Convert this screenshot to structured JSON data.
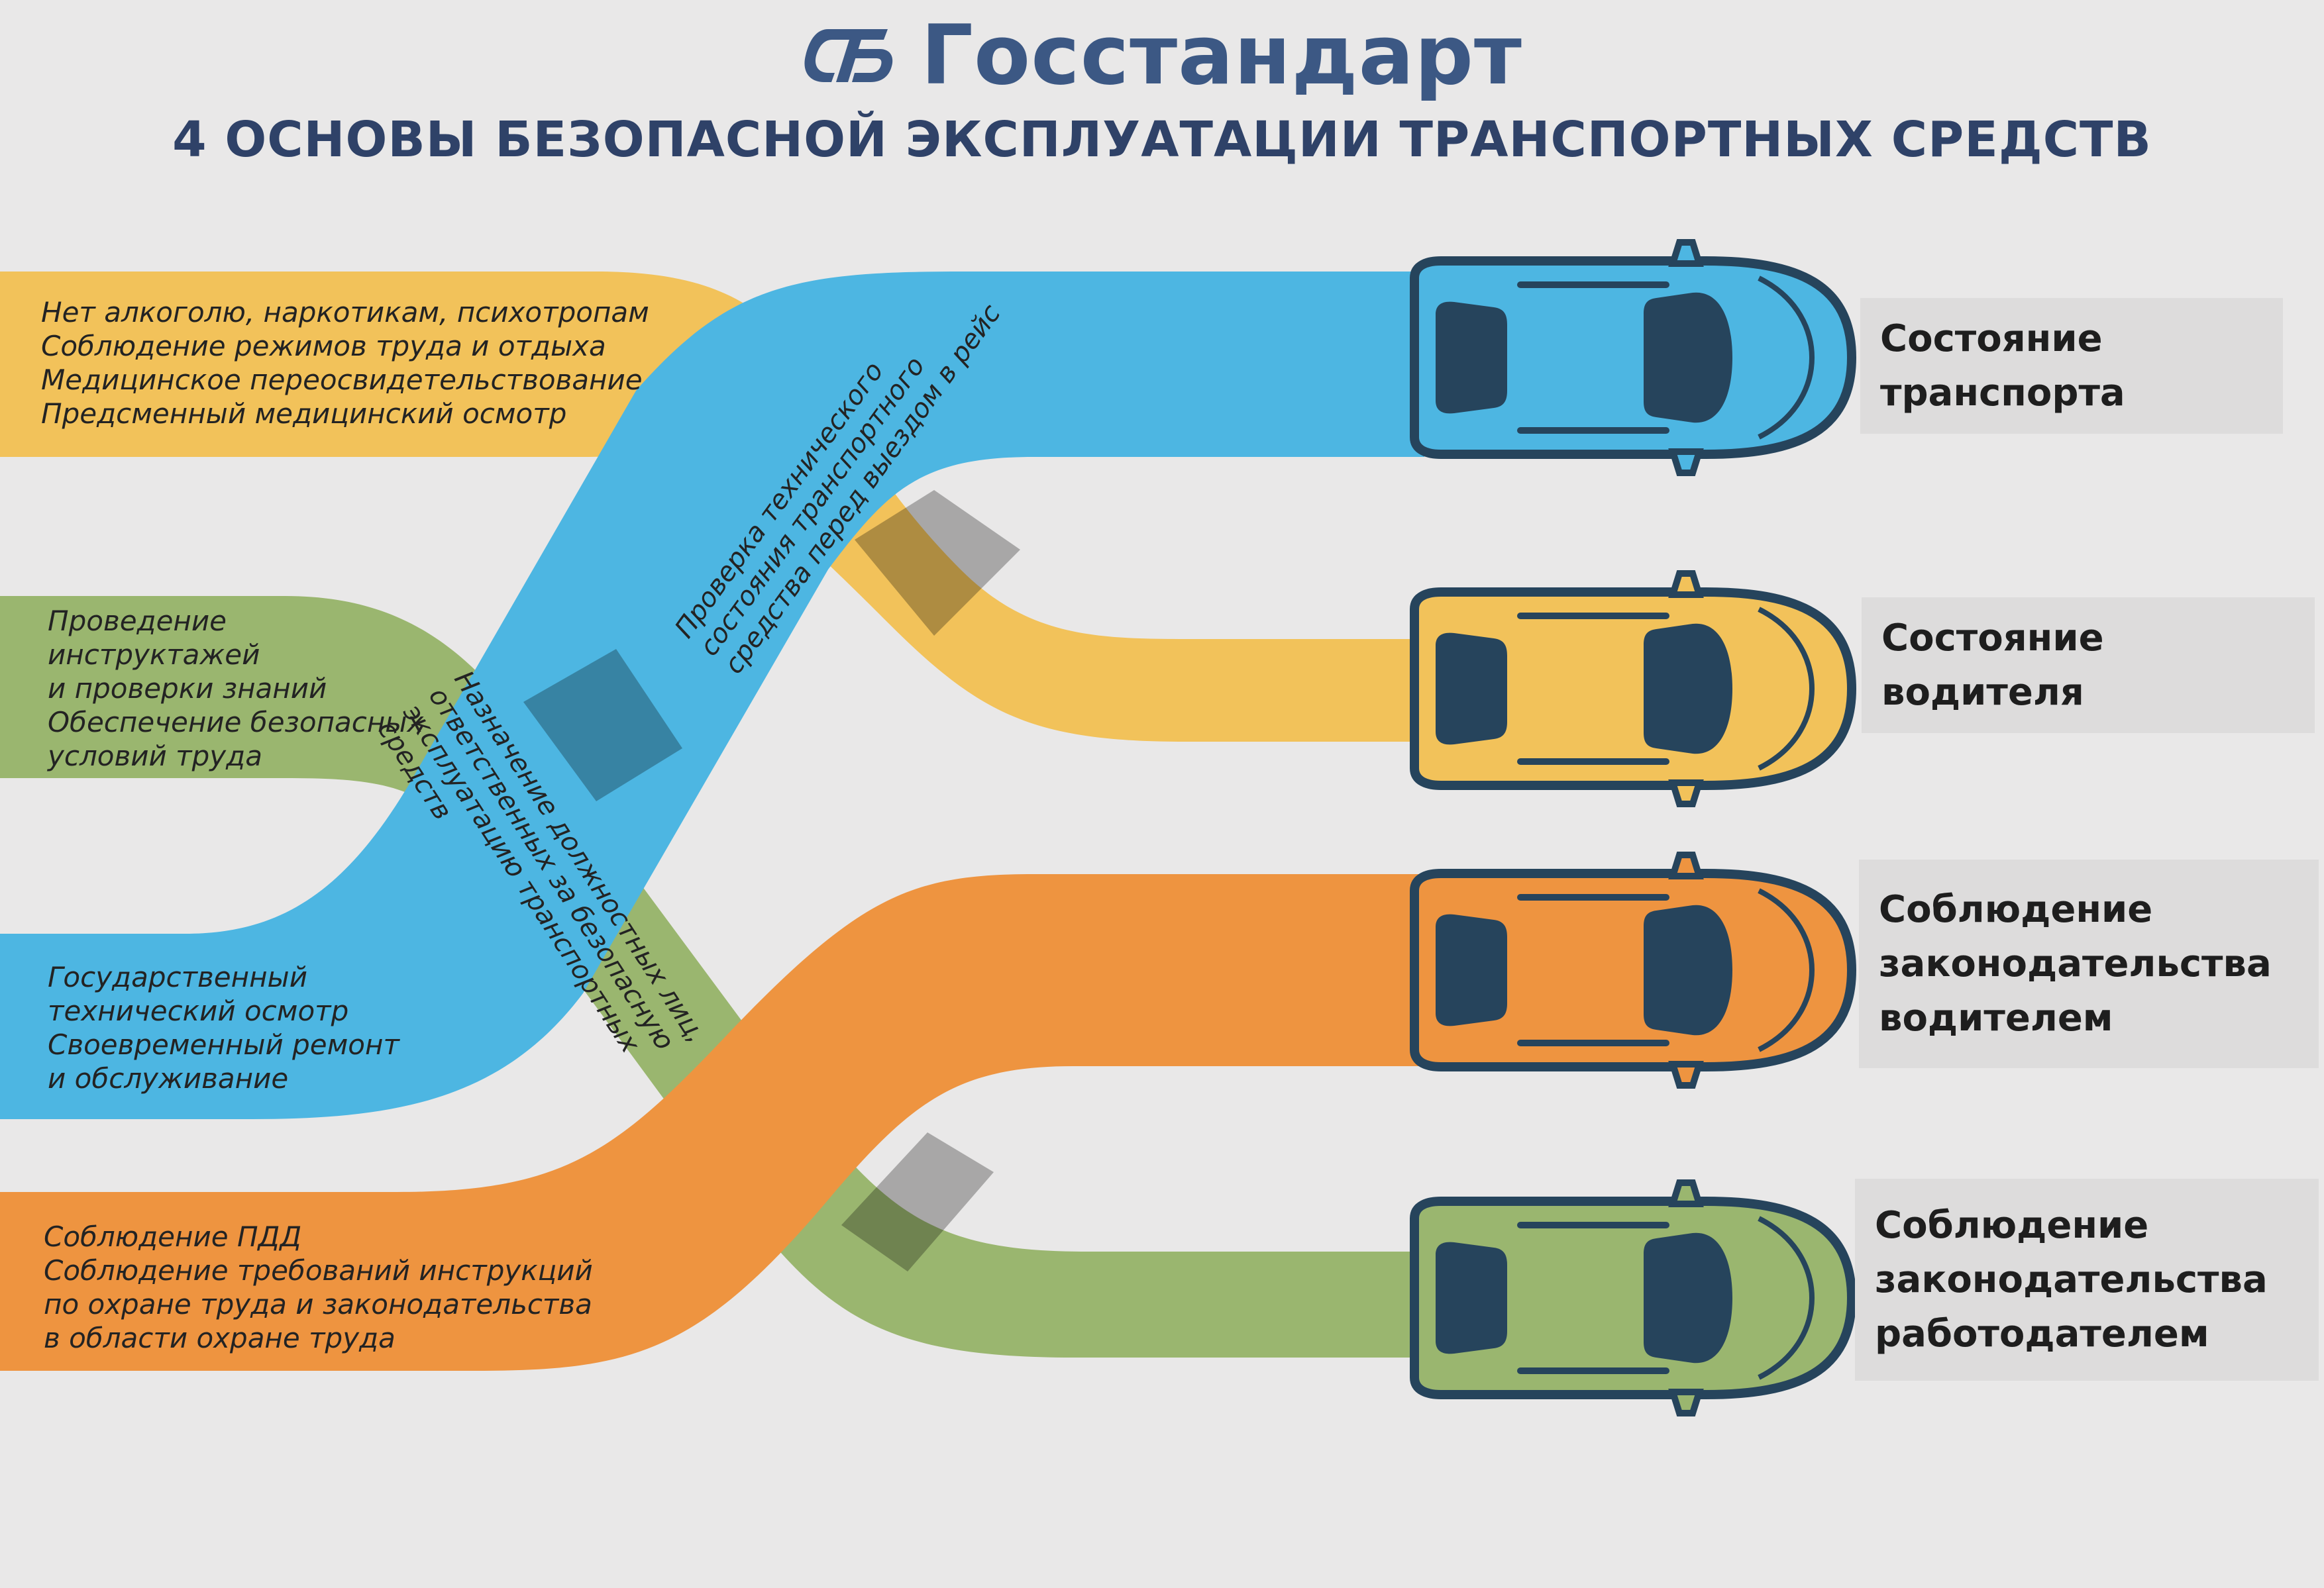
{
  "header": {
    "logo_text": "Госстандарт",
    "title": "4 ОСНОВЫ БЕЗОПАСНОЙ ЭКСПЛУАТАЦИИ ТРАНСПОРТНЫХ СРЕДСТВ",
    "logo_icon": "gost-logo-icon"
  },
  "colors": {
    "yellow": "#f2c25a",
    "blue": "#4db6e2",
    "green": "#9ab66f",
    "orange": "#ee9440",
    "brand": "#3c5884",
    "car_window": "#26445c"
  },
  "streams": {
    "yellow": {
      "lines": [
        "Нет алкоголю, наркотикам, психотропам",
        "Соблюдение режимов труда и отдыха",
        "Медицинское переосвидетельствование",
        "Предсменный медицинский осмотр"
      ]
    },
    "green": {
      "lines": [
        "Проведение",
        "инструктажей",
        "и проверки знаний",
        "Обеспечение безопасных",
        "условий труда"
      ],
      "diagonal_lines": [
        "Назначение должностных лиц,",
        "ответственных за безопасную",
        "эксплуатацию транспортных",
        "средств"
      ]
    },
    "blue": {
      "lines": [
        "Государственный",
        "технический осмотр",
        "Своевременный ремонт",
        "и обслуживание"
      ],
      "diagonal_lines": [
        "Проверка технического",
        "состояния транспортного",
        "средства перед выездом в рейс"
      ]
    },
    "orange": {
      "lines": [
        "Соблюдение ПДД",
        "Соблюдение требований инструкций",
        "по охране труда и законодательства",
        "в области охране труда"
      ]
    }
  },
  "outcomes": [
    {
      "color": "blue",
      "icon": "car-icon",
      "lines": [
        "Состояние",
        "транспорта"
      ]
    },
    {
      "color": "yellow",
      "icon": "car-icon",
      "lines": [
        "Состояние",
        "водителя"
      ]
    },
    {
      "color": "orange",
      "icon": "car-icon",
      "lines": [
        "Соблюдение",
        "законодательства",
        "водителем"
      ]
    },
    {
      "color": "green",
      "icon": "car-icon",
      "lines": [
        "Соблюдение",
        "законодательства",
        "работодателем"
      ]
    }
  ]
}
